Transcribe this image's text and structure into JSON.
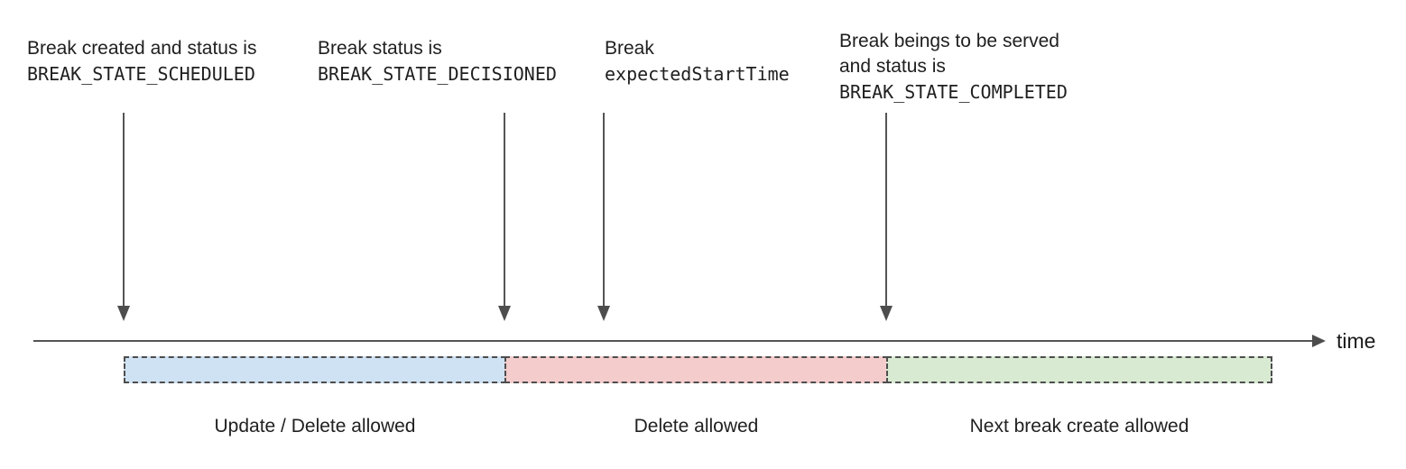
{
  "annotations": [
    {
      "text": "Break created and status is",
      "code": "BREAK_STATE_SCHEDULED"
    },
    {
      "text": "Break status is",
      "code": "BREAK_STATE_DECISIONED"
    },
    {
      "text": "Break",
      "code": "expectedStartTime"
    },
    {
      "text": "Break beings to be served\nand status is",
      "code": "BREAK_STATE_COMPLETED"
    }
  ],
  "timeline": {
    "axis_label": "time"
  },
  "segments": [
    {
      "label": "Update / Delete allowed",
      "fill": "#cfe2f3"
    },
    {
      "label": "Delete allowed",
      "fill": "#f4cccc"
    },
    {
      "label": "Next break create allowed",
      "fill": "#d9ead3"
    }
  ],
  "colors": {
    "arrow": "#555555",
    "segment_border": "#4d4d4d",
    "text": "#1f1f1f"
  }
}
